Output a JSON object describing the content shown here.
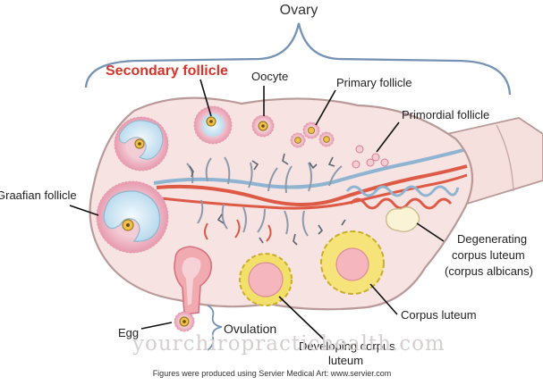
{
  "diagram": {
    "title": "Ovary",
    "highlighted_label": "Secondary follicle",
    "labels": {
      "oocyte": "Oocyte",
      "primary_follicle": "Primary follicle",
      "primordial_follicle": "Primordial follicle",
      "graafian_follicle": "Graafian follicle",
      "degenerating_line1": "Degenerating",
      "degenerating_line2": "corpus luteum",
      "degenerating_line3": "(corpus albicans)",
      "corpus_luteum": "Corpus luteum",
      "developing_line1": "Developing corpus",
      "developing_line2": "luteum",
      "egg": "Egg",
      "ovulation": "Ovulation"
    },
    "credit": "Figures were produced using Servier Medical Art: www.servier.com",
    "watermark": "yourchiropractichealth.com"
  },
  "colors": {
    "accent_red": "#d8352a",
    "bracket_blue": "#7593b4",
    "ovary_fill": "#f7e3e1",
    "ovary_outline": "#b99a99",
    "vessel_blue": "#8eb4d2",
    "vessel_red": "#dd5a46",
    "luteum_yellow": "#f3e06a"
  }
}
